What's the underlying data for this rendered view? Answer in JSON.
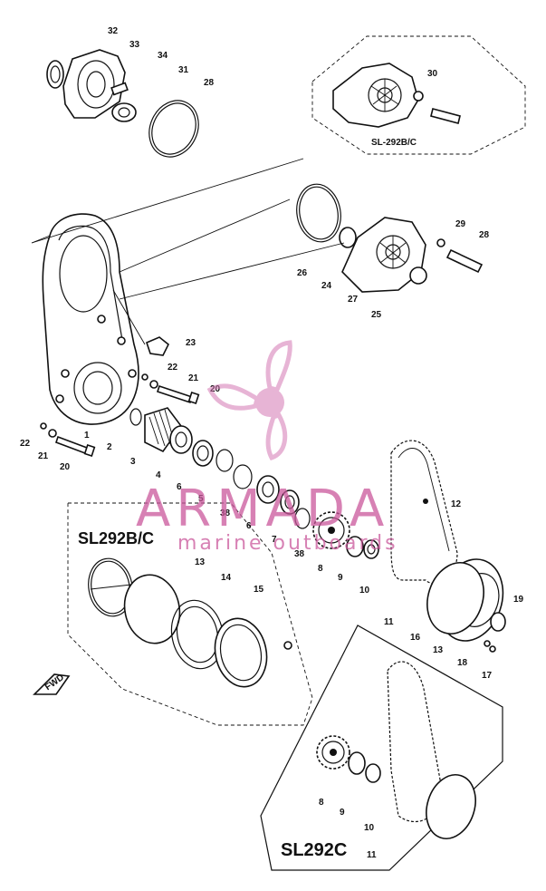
{
  "diagram": {
    "watermark": {
      "brand": "ARMADA",
      "tagline": "marine outboards",
      "color": "#c9579b"
    },
    "box_labels": {
      "inset_top": "SL-292B/C",
      "left_group": "SL292B/C",
      "bottom_group": "SL292C"
    },
    "front_arrow": "FWD",
    "part_numbers": [
      "32",
      "33",
      "34",
      "31",
      "28",
      "30",
      "29",
      "28",
      "26",
      "24",
      "27",
      "25",
      "23",
      "22",
      "21",
      "20",
      "22",
      "21",
      "20",
      "1",
      "2",
      "3",
      "4",
      "6",
      "5",
      "38",
      "6",
      "7",
      "38",
      "8",
      "9",
      "10",
      "12",
      "11",
      "13",
      "14",
      "15",
      "16",
      "13",
      "19",
      "18",
      "17",
      "8",
      "9",
      "10",
      "11"
    ]
  }
}
